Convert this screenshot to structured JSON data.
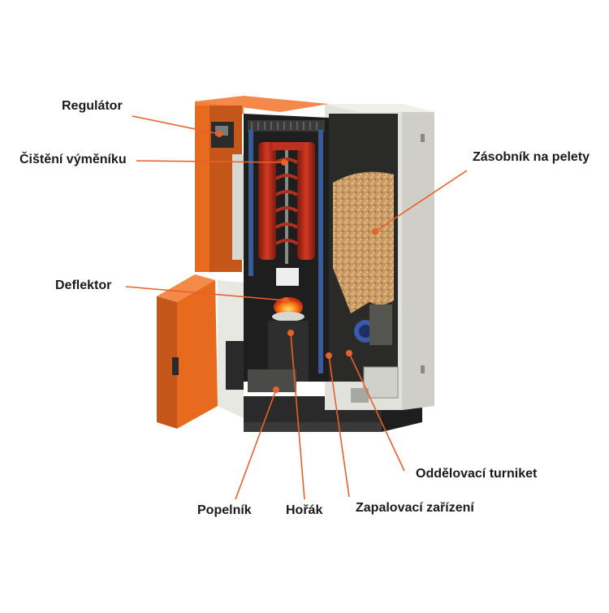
{
  "labels": {
    "regulator": "Regulátor",
    "cleaning": "Čištění výměníku",
    "deflector": "Deflektor",
    "hopper": "Zásobník na pelety",
    "ashpan": "Popelník",
    "burner": "Hořák",
    "igniter": "Zapalovací zařízení",
    "turnstile": "Oddělovací turniket"
  },
  "colors": {
    "body_orange": "#e86a1e",
    "body_orange_dark": "#c4561a",
    "leader_line": "#e8602a",
    "grey_panel": "#e2e2dc",
    "pellets": "#c89a62",
    "label_text": "#1a1a1a"
  }
}
